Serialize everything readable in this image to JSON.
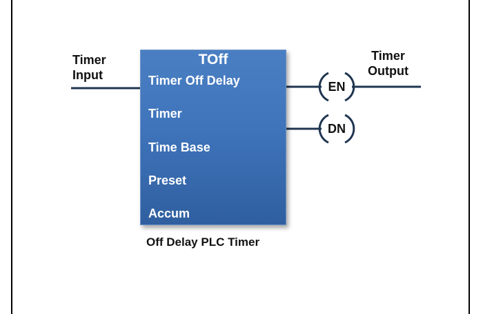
{
  "inputs": {
    "timer_input_line1": "Timer",
    "timer_input_line2": "Input"
  },
  "outputs": {
    "timer_output_line1": "Timer",
    "timer_output_line2": "Output"
  },
  "block": {
    "title": "TOff",
    "items": [
      "Timer Off Delay",
      "Timer",
      "Time Base",
      "Preset",
      "Accum"
    ]
  },
  "coils": {
    "en": "EN",
    "dn": "DN"
  },
  "caption": "Off Delay PLC Timer",
  "colors": {
    "block_fill": "#3f74bb",
    "wire": "#1f3550"
  }
}
